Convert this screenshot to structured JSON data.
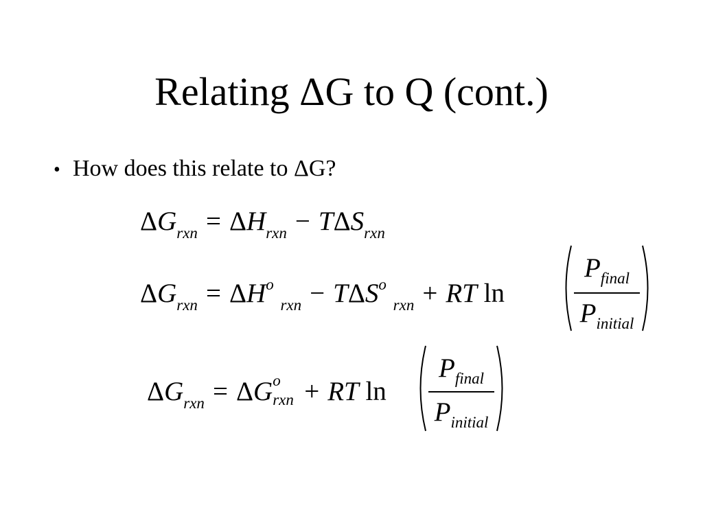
{
  "slide": {
    "title": "Relating ΔG to Q (cont.)",
    "bullet": {
      "symbol": "•",
      "text": "How does this relate to ΔG?"
    },
    "equations": [
      {
        "delta": "Δ",
        "G": "G",
        "rxn": "rxn",
        "eq": "=",
        "H": "H",
        "minus": "−",
        "T": "T",
        "S": "S"
      },
      {
        "delta": "Δ",
        "G": "G",
        "rxn": "rxn",
        "eq": "=",
        "H": "H",
        "sup": "o",
        "minus": "−",
        "T": "T",
        "S": "S",
        "plus": "+",
        "RT": "RT",
        "ln": "ln",
        "P": "P",
        "final": "final",
        "initial": "initial"
      },
      {
        "delta": "Δ",
        "G": "G",
        "rxn": "rxn",
        "eq": "=",
        "sup": "o",
        "plus": "+",
        "RT": "RT",
        "ln": "ln",
        "P": "P",
        "final": "final",
        "initial": "initial"
      }
    ]
  }
}
